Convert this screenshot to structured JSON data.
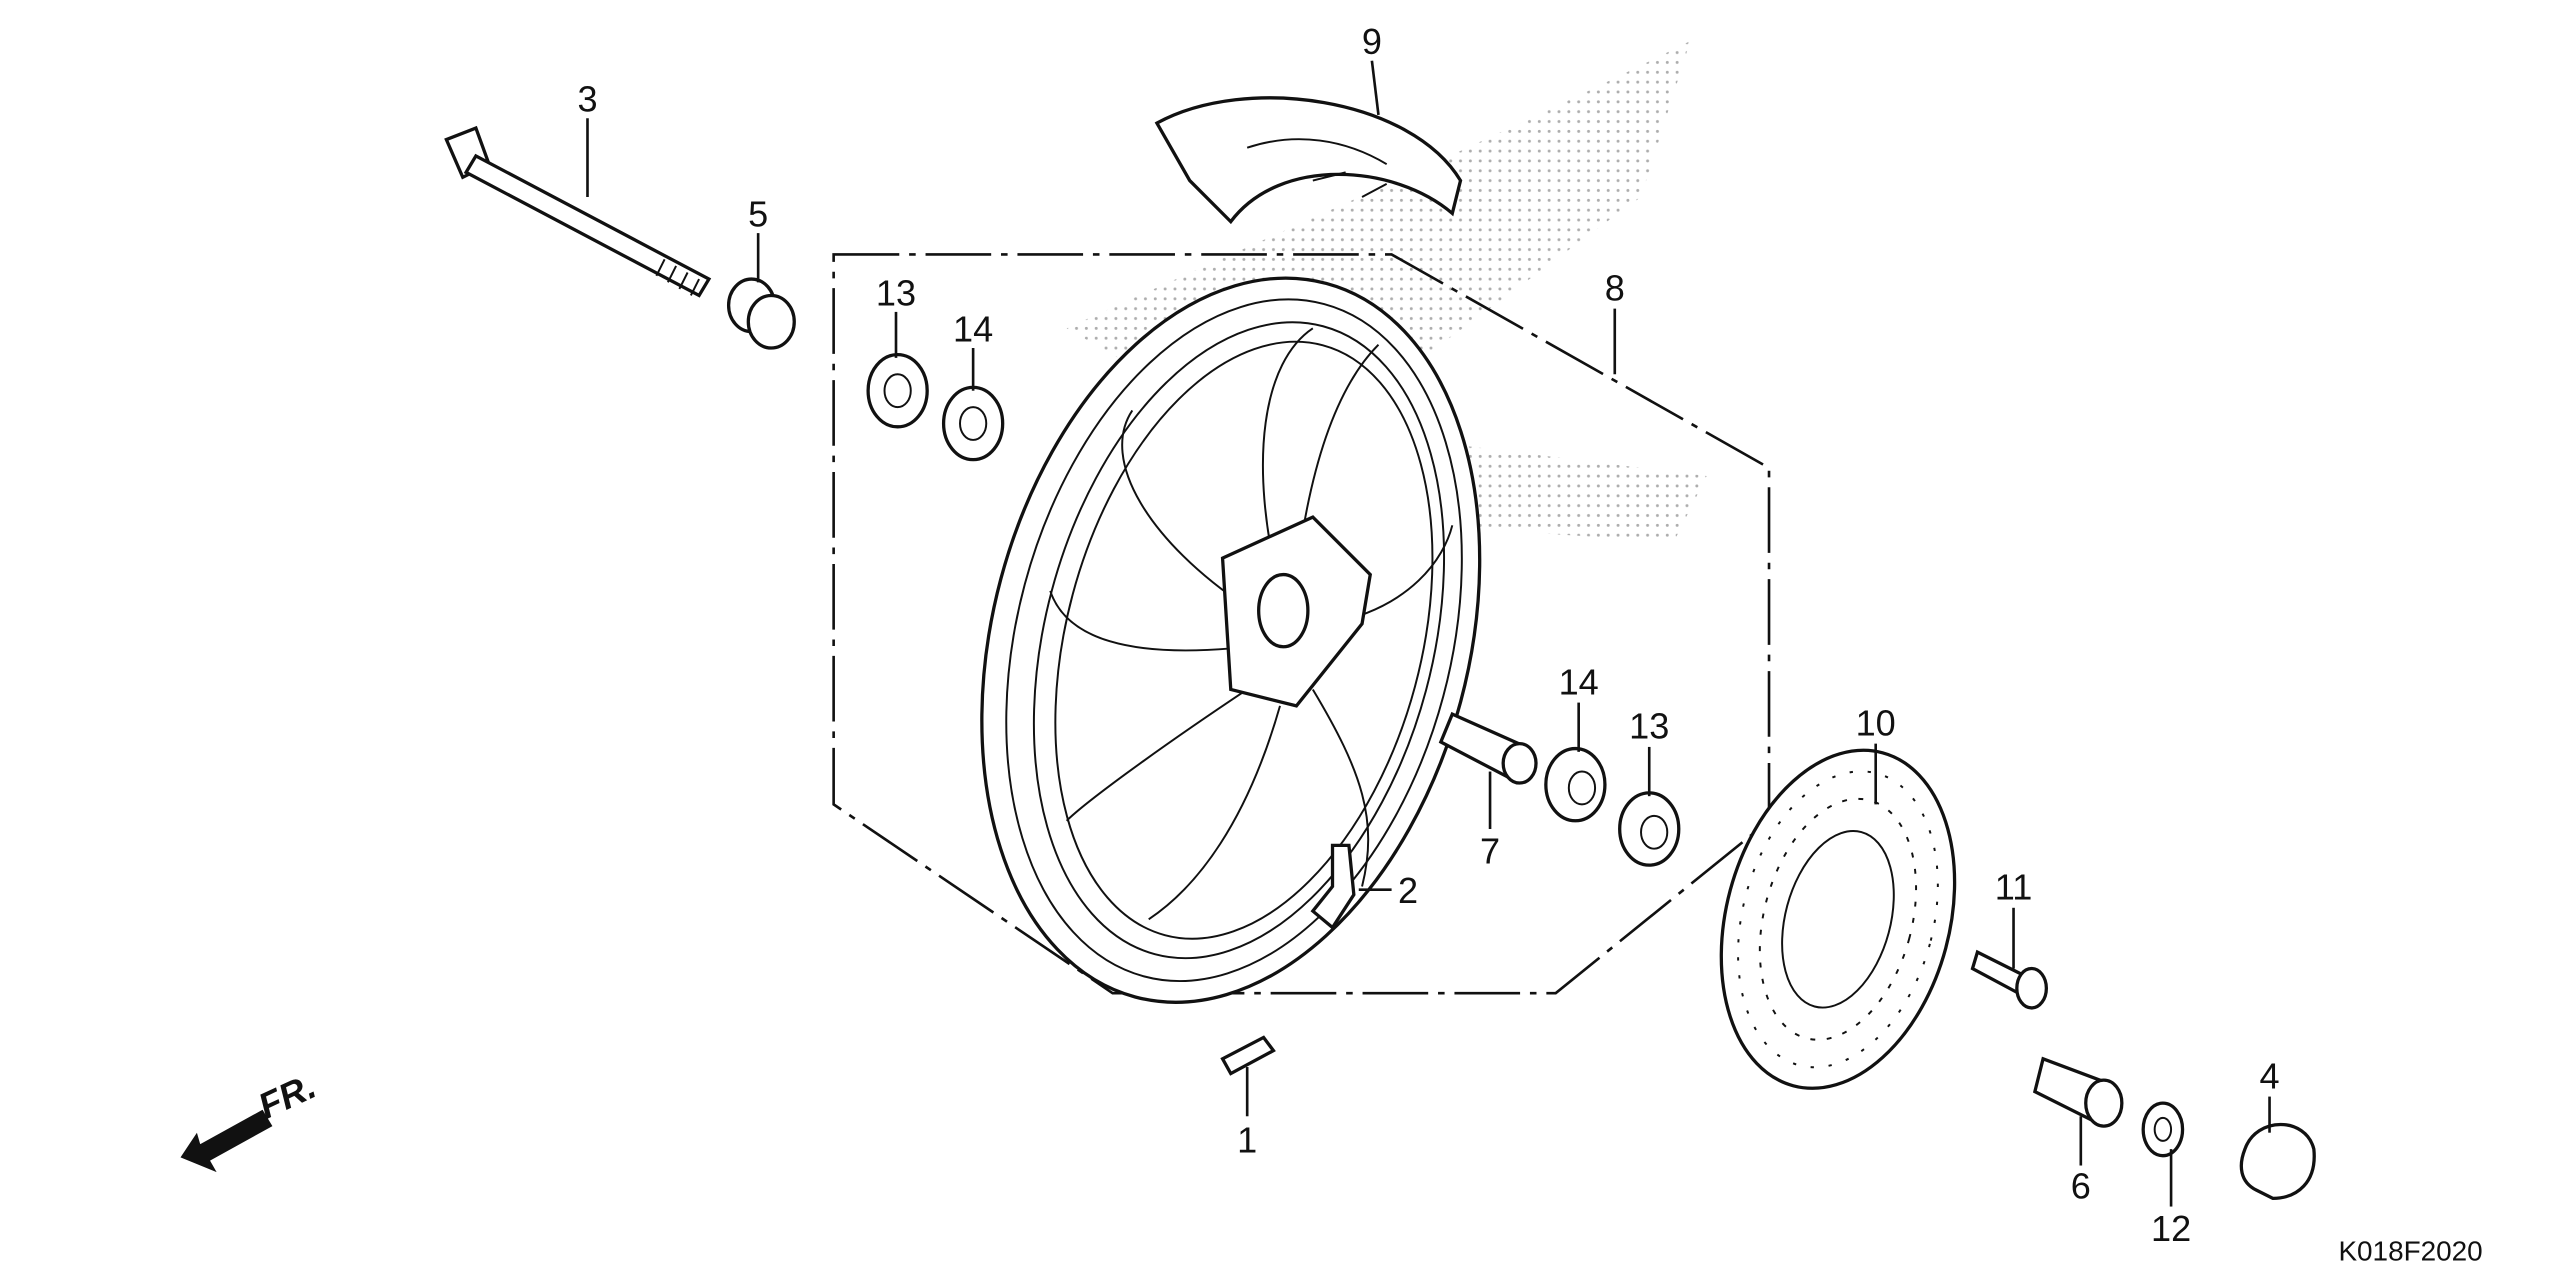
{
  "diagram": {
    "code": "K018F2020",
    "direction_label": "FR.",
    "callouts": {
      "c1": "1",
      "c2": "2",
      "c3": "3",
      "c4": "4",
      "c5": "5",
      "c6": "6",
      "c7": "7",
      "c8": "8",
      "c9": "9",
      "c10": "10",
      "c11": "11",
      "c12": "12",
      "c13a": "13",
      "c14a": "14",
      "c13b": "13",
      "c14b": "14"
    }
  }
}
